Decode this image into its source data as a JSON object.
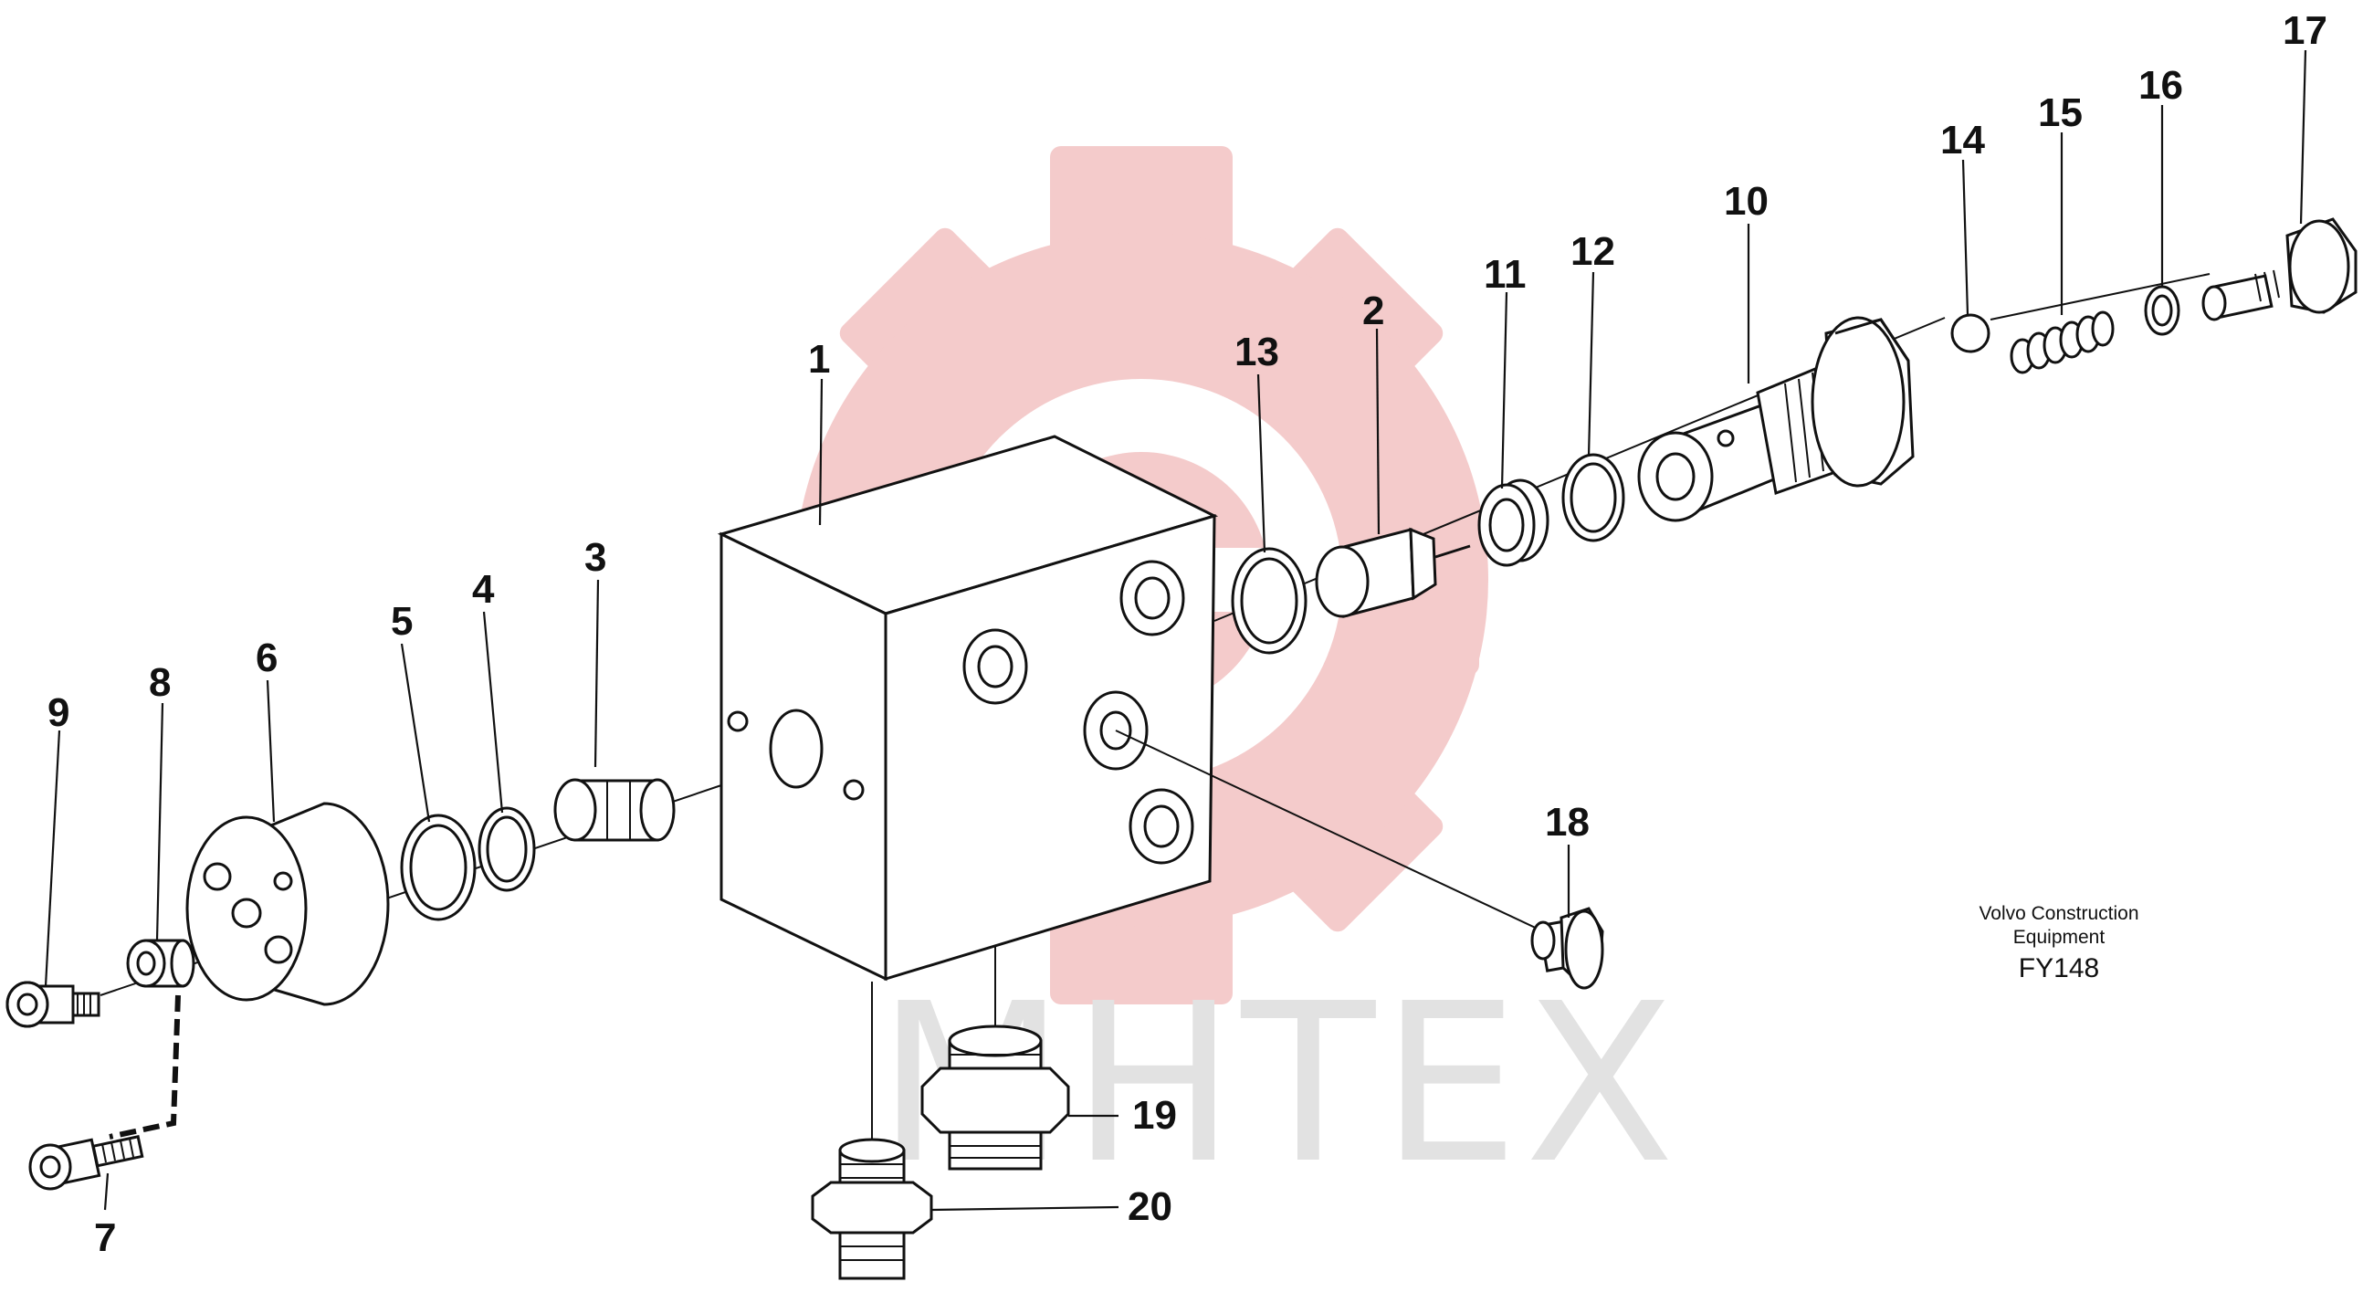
{
  "watermark": {
    "text": "MHTEX",
    "gear_color": "#f3c6c6"
  },
  "caption": {
    "line1": "Volvo Construction",
    "line2": "Equipment",
    "figure_id": "FY148"
  },
  "callouts": [
    "1",
    "2",
    "3",
    "4",
    "5",
    "6",
    "7",
    "8",
    "9",
    "10",
    "11",
    "12",
    "13",
    "14",
    "15",
    "16",
    "17",
    "18",
    "19",
    "20"
  ]
}
